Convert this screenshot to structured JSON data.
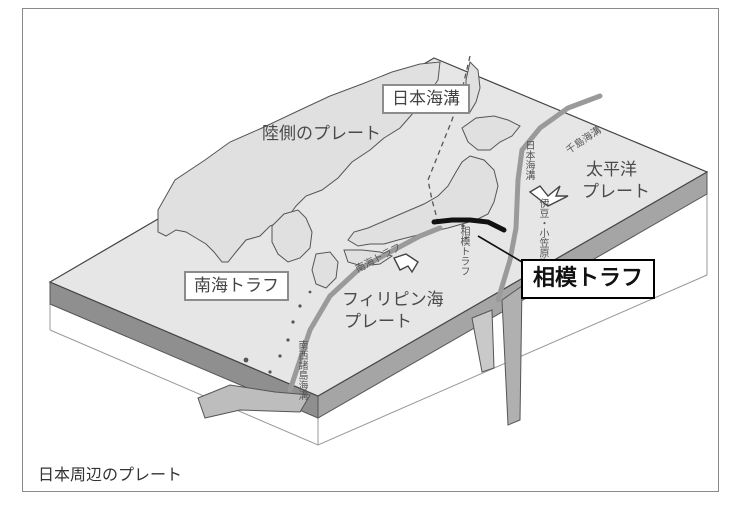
{
  "labels": {
    "japan_trench": "日本海溝",
    "continental_plate": "陸側のプレート",
    "nankai_trough_box": "南海トラフ",
    "nankai_trough_small": "南海トラフ",
    "philippine_plate_line1": "フィリピン海",
    "philippine_plate_line2": "プレート",
    "pacific_plate_line1": "太平洋",
    "pacific_plate_line2": "プレート",
    "chishima_trench": "千島海溝",
    "japan_trench_small": "日本海溝",
    "izu_ogasawara_trench": "伊豆・小笠原海溝",
    "nansei_trench": "南西諸島海溝",
    "sagami_small": "相模トラフ",
    "sagami_trough": "相模トラフ",
    "caption": "日本周辺のプレート"
  },
  "colors": {
    "plate_top": "#e6e6e6",
    "plate_edge": "#8f8f8f",
    "trench_line": "#9a9a9a",
    "sagami_line": "#111111",
    "box_border": "#8c8c8c"
  }
}
